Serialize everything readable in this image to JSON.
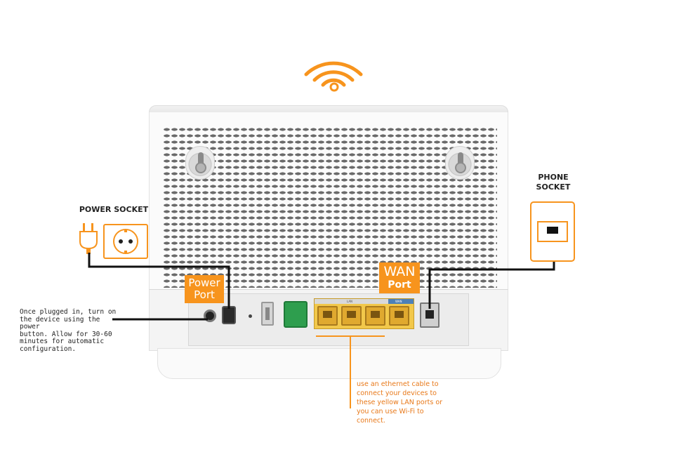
{
  "labels": {
    "power_socket": "POWER SOCKET",
    "phone_socket_line1": "PHONE",
    "phone_socket_line2": "SOCKET",
    "power_port_line1": "Power",
    "power_port_line2": "Port",
    "wan_port_line1": "WAN",
    "wan_port_line2": "Port",
    "lan_strip": "LAN",
    "wan_strip": "WAN"
  },
  "notes": {
    "power_note": [
      "Once plugged in, turn on",
      "the device using the power",
      "button. Allow for 30-60",
      "minutes for automatic",
      "configuration."
    ],
    "lan_note": [
      "use an ethernet cable to",
      "connect your devices to",
      "these yellow LAN ports or",
      "you can use Wi-Fi to",
      "connect."
    ]
  },
  "colors": {
    "accent": "#f7941d",
    "cable": "#111111",
    "lan_yellow": "#f2c84b",
    "wan_blue": "#4d80b8",
    "phone_green": "#2e9e4e"
  },
  "icons": [
    "wifi-icon",
    "plug-icon",
    "wall-outlet-icon",
    "phone-jack-icon"
  ]
}
